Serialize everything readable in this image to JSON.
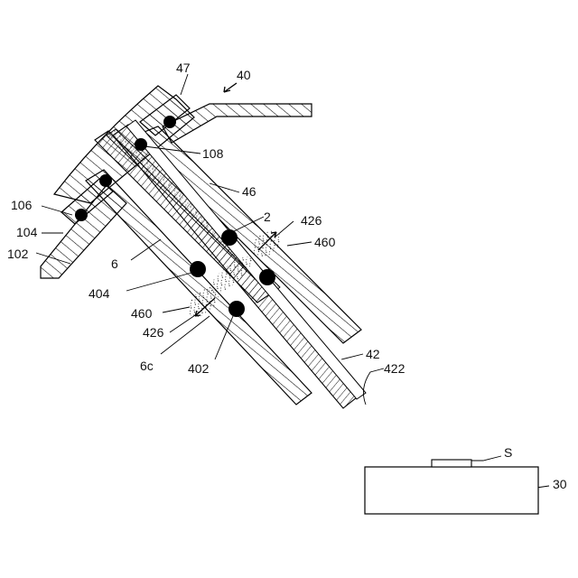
{
  "labels": {
    "l40": "40",
    "l47": "47",
    "l108": "108",
    "l46": "46",
    "l106": "106",
    "l104": "104",
    "l102": "102",
    "l2": "2",
    "l426a": "426",
    "l460a": "460",
    "l6": "6",
    "l404": "404",
    "l460b": "460",
    "l426b": "426",
    "l6c": "6c",
    "l402": "402",
    "l42": "42",
    "l422": "422",
    "lS": "S",
    "l30": "30"
  }
}
